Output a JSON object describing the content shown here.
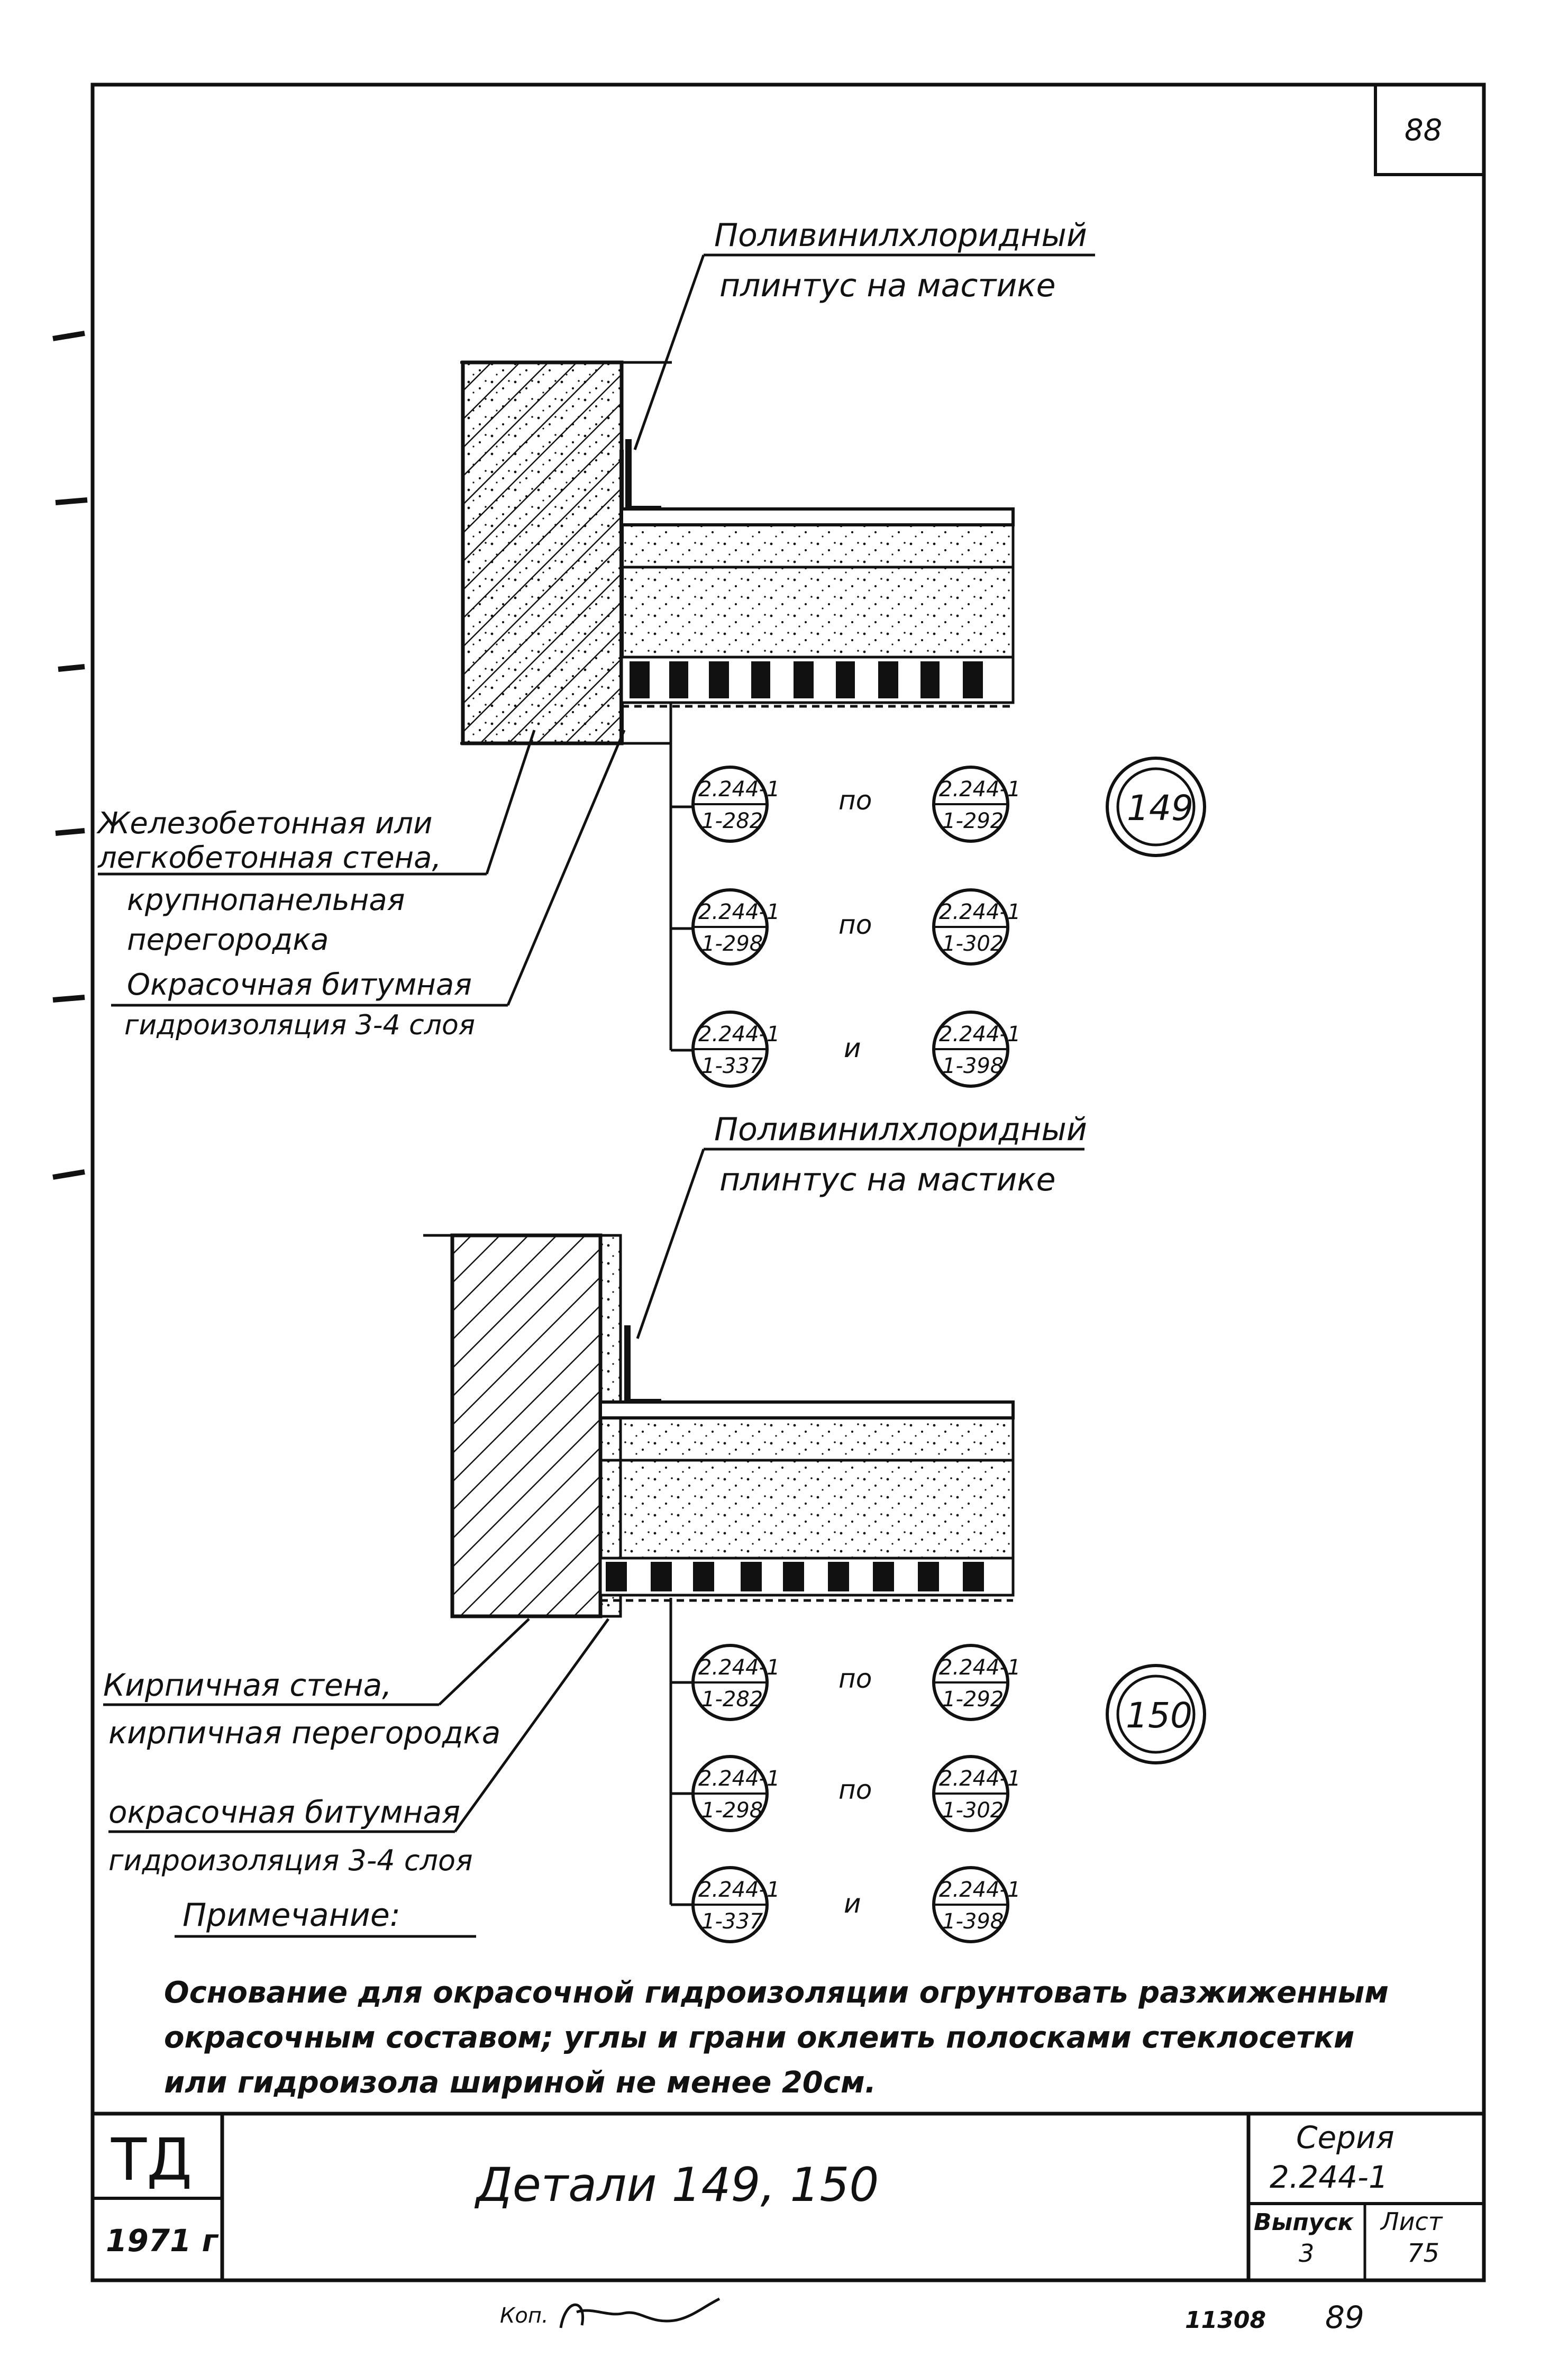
{
  "sheet_number": "88",
  "details": [
    {
      "id": "149",
      "plinth_label": [
        "Поливинилхлоридный",
        "плинтус на мастике"
      ],
      "wall_label": [
        "Железобетонная или",
        "легкобетонная стена,",
        "крупнопанельная",
        "перегородка"
      ],
      "waterproof_label": [
        "Окрасочная битумная",
        "гидроизоляция 3-4 слоя"
      ],
      "refs": [
        {
          "left": [
            "2.244-1",
            "1-282"
          ],
          "conj": "по",
          "right": [
            "2.244-1",
            "1-292"
          ]
        },
        {
          "left": [
            "2.244-1",
            "1-298"
          ],
          "conj": "по",
          "right": [
            "2.244-1",
            "1-302"
          ]
        },
        {
          "left": [
            "2.244-1",
            "1-337"
          ],
          "conj": "и",
          "right": [
            "2.244-1",
            "1-398"
          ]
        }
      ]
    },
    {
      "id": "150",
      "plinth_label": [
        "Поливинилхлоридный",
        "плинтус на мастике"
      ],
      "wall_label": [
        "Кирпичная стена,",
        "кирпичная перегородка"
      ],
      "waterproof_label": [
        "окрасочная битумная",
        "гидроизоляция 3-4 слоя"
      ],
      "refs": [
        {
          "left": [
            "2.244-1",
            "1-282"
          ],
          "conj": "по",
          "right": [
            "2.244-1",
            "1-292"
          ]
        },
        {
          "left": [
            "2.244-1",
            "1-298"
          ],
          "conj": "по",
          "right": [
            "2.244-1",
            "1-302"
          ]
        },
        {
          "left": [
            "2.244-1",
            "1-337"
          ],
          "conj": "и",
          "right": [
            "2.244-1",
            "1-398"
          ]
        }
      ]
    }
  ],
  "note": {
    "heading": "Примечание:",
    "lines": [
      "Основание для окрасочной гидроизоляции огрунтовать разжиженным",
      "окрасочным составом; углы и грани оклеить полосками стеклосетки",
      "или гидроизола шириной не менее 20см."
    ]
  },
  "title_block": {
    "org": "ТД",
    "year": "1971 г",
    "title": "Детали 149, 150",
    "series_label": "Серия",
    "series": "2.244-1",
    "issue_label": "Выпуск",
    "issue": "3",
    "sheet_label": "Лист",
    "sheet": "75"
  },
  "footer": {
    "copy_label": "Коп.",
    "stamp": "11308",
    "page": "89"
  }
}
